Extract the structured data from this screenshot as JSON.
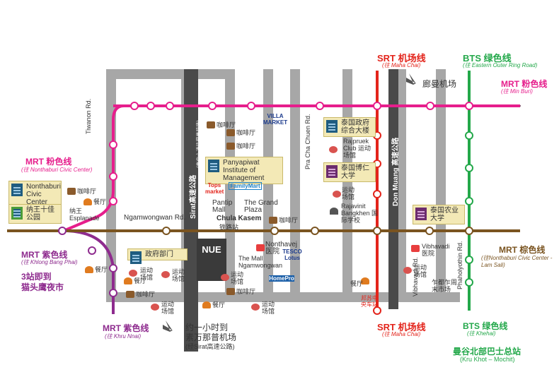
{
  "colors": {
    "pink": "#e61e8c",
    "green": "#23a84a",
    "red": "#e3241b",
    "purple": "#8e2b8e",
    "brown": "#7a5420",
    "road": "#9e9e9e",
    "box": "#f3e9b6"
  },
  "lines": {
    "srt_top": {
      "name": "SRT 机场线",
      "sub": "(往 Maha Chai)"
    },
    "bts_top": {
      "name": "BTS 绿色线",
      "sub": "(往 Eastern Outer Ring Road)"
    },
    "mrt_pink_right": {
      "name": "MRT 粉色线",
      "sub": "(往 Min Buri)"
    },
    "mrt_pink_left": {
      "name": "MRT 粉色线",
      "sub": "(往 Nonthaburi Civic Center)"
    },
    "mrt_purple_left": {
      "name": "MRT 紫色线",
      "sub": "(往 Khlong Bang Phai)"
    },
    "mrt_purple_bottom": {
      "name": "MRT 紫色线",
      "sub": "(往 Khru Nnai)"
    },
    "mrt_brown_right": {
      "name": "MRT 棕色线",
      "sub": "(往Nonthaburi Civic Center - Lam Sali)"
    },
    "srt_bottom": {
      "name": "SRT 机场线",
      "sub": "(往 Maha Chai)"
    },
    "bts_bottom": {
      "name": "BTS 绿色线",
      "sub": "(往 Khehai)"
    }
  },
  "roads": {
    "tiwanon": "Tiwanon Rd.",
    "ngamwongwan": "Ngamwongwan Rd.",
    "sirat": "Sirat高速公路",
    "sirat_sub": "(市中心通往廊曼机场)",
    "prachachuen": "Pra Cha Chuen Rd.",
    "donmuang": "Don Muang 高速公路",
    "vibhavadi": "Vibhavadi Rd.",
    "phaholyothin": "Phaholyothin Rd."
  },
  "places": {
    "donmuang_airport": "廊曼机场",
    "suvarnabhumi": "约一小时到",
    "suvarnabhumi2": "素万那普机场",
    "suvarnabhumi3": "(经Sirat高速公路)",
    "night_market1": "3站即到",
    "night_market2": "猫头鹰夜市",
    "bus_terminal1": "曼谷北部巴士总站",
    "bus_terminal2": "(Kru Khot – Mochit)",
    "nonthaburi_civic": "Nonthaburi Civic Center",
    "nawang_park": "纳王十佳公园",
    "nawang_esplanade": "纳王 Esplanade",
    "panyapiwat": "Panyapiwat Institute of Management",
    "gov_complex": "泰国政府综合大楼",
    "bangkok_uni": "泰国博仁大学",
    "rajpruek": "Rajpruek Club 运动场馆",
    "rajavinit": "Rajavinit Bangkhen 国际学校",
    "kasetsart": "泰国农业大学",
    "gov_office": "政府部门",
    "pantip": "Pantip Mall",
    "grand_plaza": "The Grand Plaza",
    "chula": "Chula Kasem",
    "chula_sub": "铁路站",
    "nonthavej": "Nonthavej 医院",
    "mall_ngam": "The Mall Ngamwongwan",
    "vibhavadi_hosp": "Vibhavadi 医院",
    "chatuchak": "乍都乍周末市场",
    "bangsue": "邦苏中央车站",
    "villa": "VILLA MARKET",
    "tops": "Tops market",
    "familymart": "FamilyMart",
    "tesco": "TESCO Lotus",
    "homepro": "HomePro",
    "nue": "NUE",
    "cafe": "咖啡厅",
    "food": "餐厅",
    "sport": "运动场馆"
  }
}
